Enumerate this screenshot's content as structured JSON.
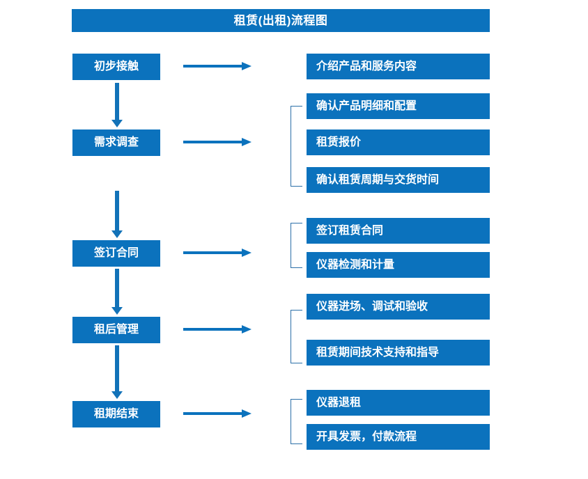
{
  "title": {
    "text": "租赁(出租)流程图"
  },
  "colors": {
    "primary_blue": "#0b72bd",
    "arrow_blue": "#1272b8",
    "bracket_blue": "#2b6fa8",
    "box_text": "#ffffff",
    "background": "#ffffff"
  },
  "stages": [
    {
      "id": "initial-contact",
      "label": "初步接触"
    },
    {
      "id": "demand-survey",
      "label": "需求调查"
    },
    {
      "id": "sign-contract",
      "label": "签订合同"
    },
    {
      "id": "post-lease-manage",
      "label": "租后管理"
    },
    {
      "id": "lease-end",
      "label": "租期结束"
    }
  ],
  "details": [
    {
      "id": "introduce-products",
      "label": "介绍产品和服务内容"
    },
    {
      "id": "confirm-spec-config",
      "label": "确认产品明细和配置"
    },
    {
      "id": "lease-quotation",
      "label": "租赁报价"
    },
    {
      "id": "confirm-period-deliver",
      "label": "确认租赁周期与交货时间"
    },
    {
      "id": "sign-lease-contract",
      "label": "签订租赁合同"
    },
    {
      "id": "instrument-inspection",
      "label": "仪器检测和计量"
    },
    {
      "id": "instrument-onsite",
      "label": "仪器进场、调试和验收"
    },
    {
      "id": "lease-tech-support",
      "label": "租赁期间技术支持和指导"
    },
    {
      "id": "instrument-return",
      "label": "仪器退租"
    },
    {
      "id": "invoice-payment",
      "label": "开具发票，付款流程"
    }
  ],
  "connectors": {
    "horizontal_arrow_count": 5,
    "vertical_arrow_count": 4,
    "bracket_count": 4
  }
}
